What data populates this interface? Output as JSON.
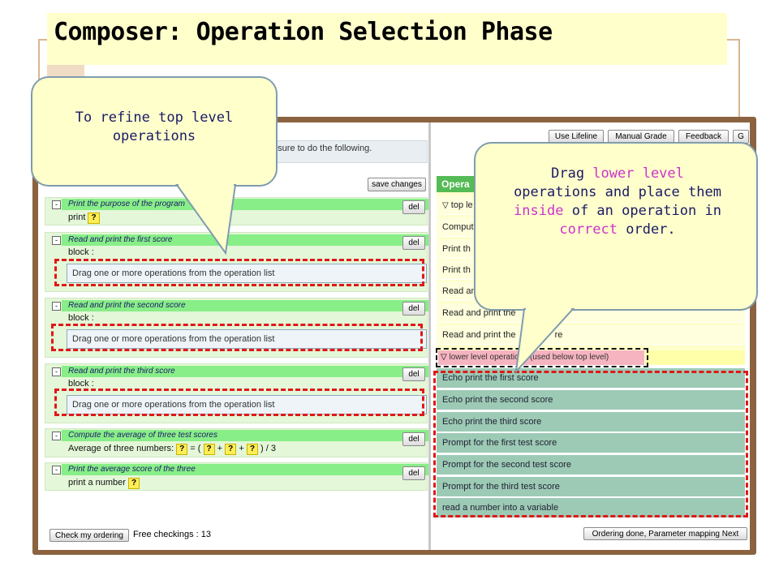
{
  "slide": {
    "title": "Composer: Operation Selection Phase"
  },
  "callouts": {
    "left": "To refine top level operations",
    "right": {
      "parts": [
        "Drag ",
        "lower level",
        " operations and place them ",
        "inside",
        " of an operation in ",
        "correct",
        " order."
      ]
    }
  },
  "toolbar": {
    "buttons": [
      "Use Lifeline",
      "Manual Grade",
      "Feedback",
      "G"
    ]
  },
  "left_panel": {
    "instruction": "e sure to do the following.",
    "save_label": "save changes",
    "blocks": [
      {
        "minus": "-",
        "title": "Print the purpose of the program",
        "sub": "print",
        "del": "del"
      },
      {
        "minus": "-",
        "title": "Read and print the first score",
        "sub": "block :",
        "del": "del"
      },
      {
        "minus": "-",
        "title": "Read and print the second score",
        "sub": "block :",
        "del": "del"
      },
      {
        "minus": "-",
        "title": "Read and print the third score",
        "sub": "block :",
        "del": "del"
      },
      {
        "minus": "-",
        "title": "Compute the average of three test scores",
        "sub": "Average of three numbers:",
        "del": "del"
      },
      {
        "minus": "-",
        "title": "Print the average score of the three",
        "sub": "print a number",
        "del": "del"
      }
    ],
    "drop_text": "Drag one or more operations from the operation list",
    "qmark": "?",
    "formula": {
      "eq": "= (",
      "plus": "+",
      "tail": ") / 3"
    },
    "check_label": "Check my ordering",
    "free_checkings": "Free checkings : 13"
  },
  "right_panel": {
    "header": "Opera",
    "top_label": "top le",
    "top_ops": [
      "Comput",
      "Print th",
      "Print th",
      "Read an",
      "Read and print the",
      "Read and print the"
    ],
    "top_ops_tail": "re",
    "lower_label": "lower level operations (used below top level)",
    "lower_ops": [
      "Echo print the first score",
      "Echo print the second score",
      "Echo print the third score",
      "Prompt for the first test score",
      "Prompt for the second test score",
      "Prompt for the third test score",
      "read a number into a variable"
    ],
    "done_label": "Ordering done, Parameter mapping Next"
  },
  "colors": {
    "title_bg": "#ffffcc",
    "op_header_green": "#88ee88",
    "lower_ops_teal": "#9ccab5",
    "dash_red": "#e01818",
    "highlight_pink": "#cc33cc",
    "frame_brown": "#8b6340"
  }
}
